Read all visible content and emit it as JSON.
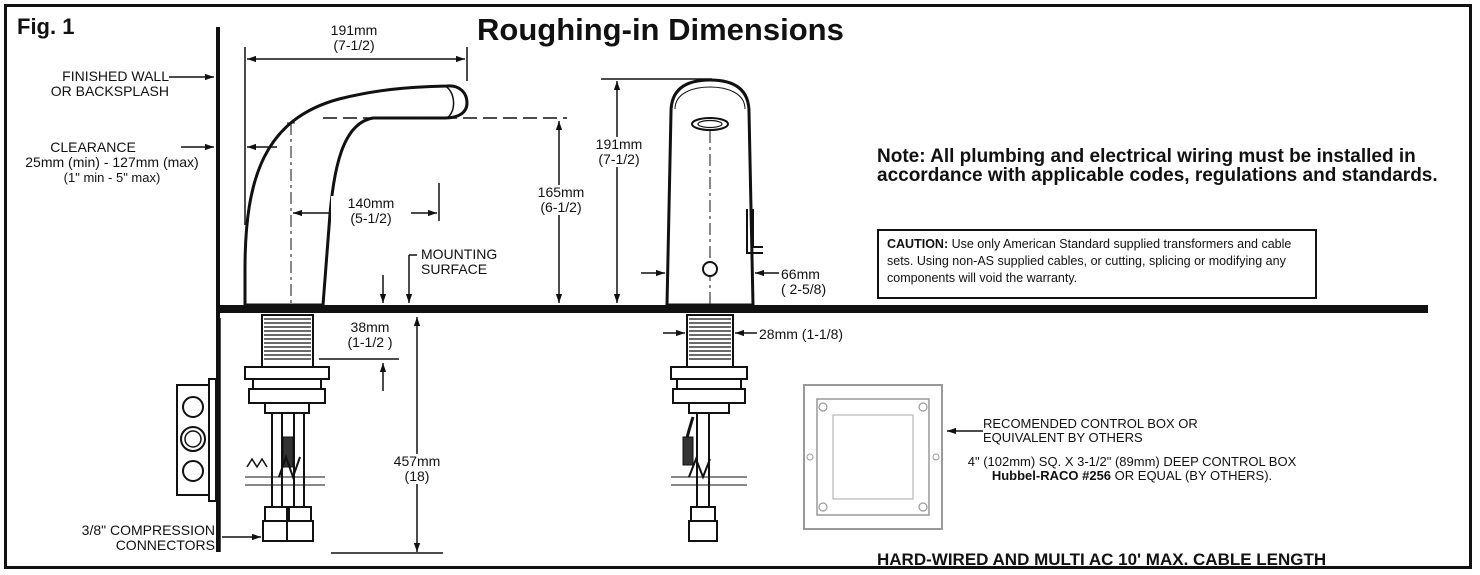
{
  "figure_label": "Fig. 1",
  "title": "Roughing-in Dimensions",
  "labels": {
    "finished_wall": [
      "FINISHED WALL",
      "OR BACKSPLASH"
    ],
    "clearance": [
      "CLEARANCE",
      "25mm (min) - 127mm (max)",
      "(1\" min - 5\" max)"
    ],
    "mounting_surface": [
      "MOUNTING",
      "SURFACE"
    ],
    "compression": [
      "3/8\" COMPRESSION",
      "CONNECTORS"
    ],
    "control_box": [
      "RECOMENDED CONTROL BOX OR",
      "EQUIVALENT BY OTHERS"
    ],
    "control_box_spec": "4\" (102mm) SQ. X 3-1/2\" (89mm) DEEP CONTROL BOX",
    "control_box_brand": "Hubbel-RACO #256",
    "control_box_brand_suffix": " OR EQUAL (BY OTHERS)."
  },
  "dimensions": {
    "reach": [
      "191mm",
      "(7-1/2)"
    ],
    "spread": [
      "140mm",
      "(5-1/2)"
    ],
    "spout_height": [
      "165mm",
      "(6-1/2)"
    ],
    "overall_height": [
      "191mm",
      "(7-1/2)"
    ],
    "deck": [
      "38mm",
      "(1-1/2 )"
    ],
    "below_deck": [
      "457mm",
      "(18)"
    ],
    "body_width": [
      "66mm",
      "( 2-5/8)"
    ],
    "shank": "28mm (1-1/8)"
  },
  "note": "Note: All plumbing and electrical wiring must be installed in accordance with applicable codes, regulations and standards.",
  "caution_label": "CAUTION:",
  "caution_text": " Use only American Standard supplied transformers and cable sets. Using non-AS supplied cables, or cutting, splicing or modifying any components will void the warranty.",
  "footer": "HARD-WIRED AND MULTI  AC 10' MAX. CABLE LENGTH"
}
